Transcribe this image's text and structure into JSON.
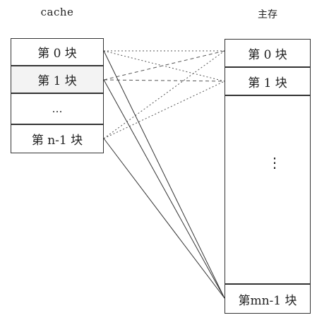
{
  "cache": {
    "title": "cache",
    "blocks": [
      "第 0 块",
      "第 1 块",
      "…",
      "第 n-1 块"
    ]
  },
  "memory": {
    "title": "主存",
    "blocks": [
      "第 0 块",
      "第 1 块",
      "第mn-1 块"
    ],
    "ellipsis": "⋮"
  }
}
